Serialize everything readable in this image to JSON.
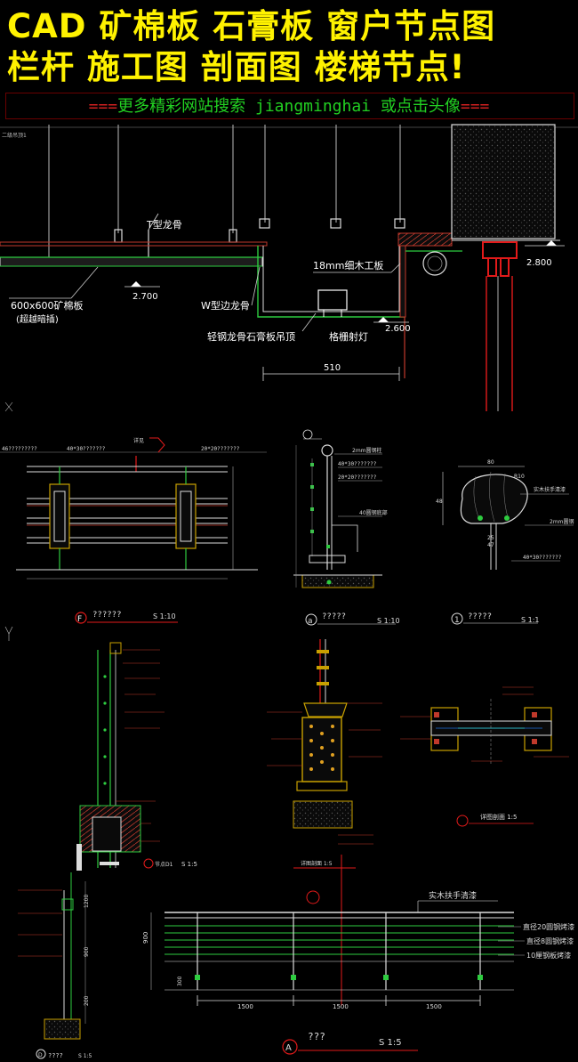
{
  "banner": {
    "line1": "CAD 矿棉板 石膏板 窗户节点图",
    "line2": "栏杆 施工图 剖面图 楼梯节点!",
    "promo_left": "===",
    "promo_main": "更多精彩网站搜索 jiangminghai 或点击头像",
    "promo_right": "===",
    "colors": {
      "headline": "#fff200",
      "promo": "#22d022",
      "dashes": "#d02020"
    }
  },
  "ceiling": {
    "corner_note": "二级吊顶1",
    "t_keel": "T型龙骨",
    "mineral_board_a": "600x600矿棉板",
    "mineral_board_b": "(超越暗插)",
    "elev_left": "2.700",
    "w_keel": "W型边龙骨",
    "gypsum": "轻钢龙骨石膏板吊顶",
    "wood_board": "18mm细木工板",
    "grille_light": "格栅射灯",
    "elev_mid": "2.600",
    "elev_right": "2.800",
    "dim_width": "510"
  },
  "railing_f": {
    "note_left": "46?????????",
    "note_top": "40*30???????",
    "note_top_right": "20*20???????",
    "break_mark": "详见",
    "label": "F",
    "title": "??????",
    "scale": "S 1:10"
  },
  "railing_a": {
    "n1": "2mm圆钢柱",
    "n2": "40*30???????",
    "n3": "20*20???????",
    "n4": "40圆钢底部",
    "label": "a",
    "title": "?????",
    "scale": "S 1:10"
  },
  "handrail_1": {
    "d_width": "80",
    "d_height": "48",
    "d_r": "R10",
    "n1": "实木扶手清漆",
    "n2": "2mm圆钢",
    "n3": "40*30???????",
    "d_small": "25",
    "d_small2": "47",
    "label": "1",
    "title": "?????",
    "scale": "S 1:1"
  },
  "section_d": {
    "label": "D",
    "title": "????",
    "scale": "S 1:5",
    "note_mark": "节点D1",
    "scale2": "S 1:5",
    "dims": [
      "1200",
      "900",
      "200"
    ]
  },
  "mid_detail": {
    "title": "详图剖面 1:5"
  },
  "right_detail": {
    "title": "详图剖面 1:5"
  },
  "railing_big": {
    "label": "A",
    "title": "???",
    "scale": "S 1:5",
    "n_top": "实木扶手清漆",
    "n1": "直径20圆钢烤漆",
    "n2": "直径8圆钢烤漆",
    "n3": "10厘钢板烤漆",
    "dims": [
      "1500",
      "1500",
      "1500"
    ],
    "height": "900",
    "bottom": "300"
  }
}
